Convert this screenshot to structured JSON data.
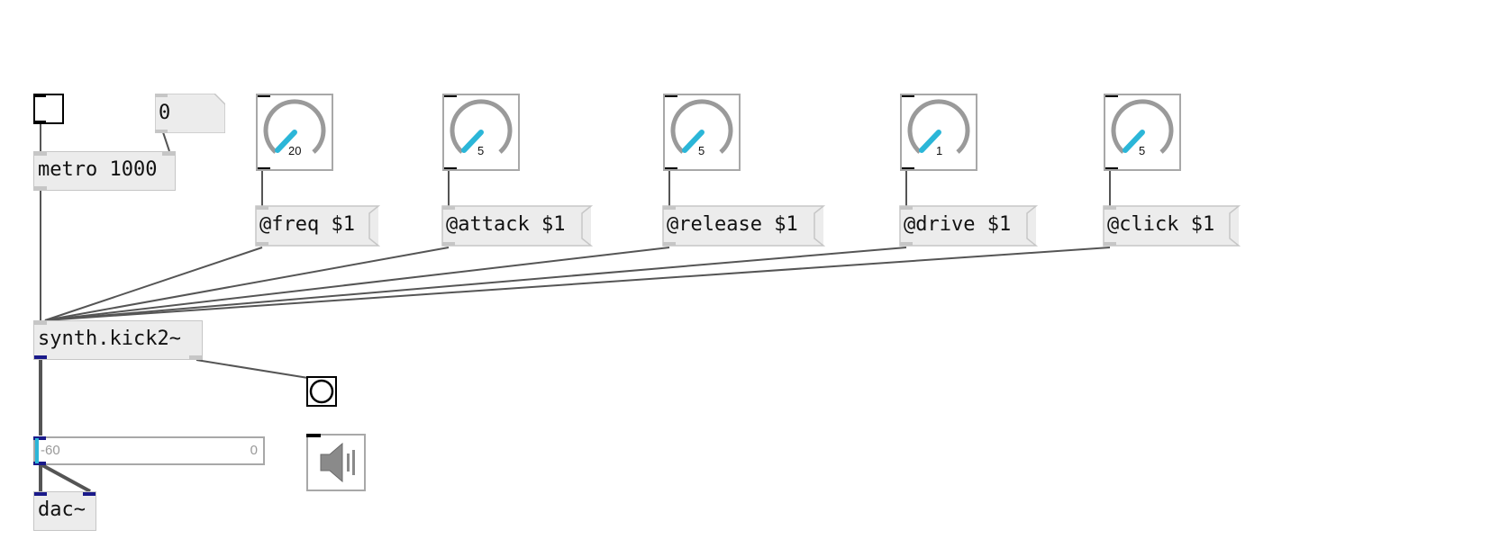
{
  "patch": {
    "number_box": {
      "value": "0"
    },
    "metro": {
      "label": "metro 1000"
    },
    "knobs": [
      {
        "name": "freq",
        "value": "20",
        "fraction": 0.1
      },
      {
        "name": "attack",
        "value": "5",
        "fraction": 0.1
      },
      {
        "name": "release",
        "value": "5",
        "fraction": 0.1
      },
      {
        "name": "drive",
        "value": "1",
        "fraction": 0.1
      },
      {
        "name": "click",
        "value": "5",
        "fraction": 0.1
      }
    ],
    "messages": [
      {
        "label": "@freq $1"
      },
      {
        "label": "@attack $1"
      },
      {
        "label": "@release $1"
      },
      {
        "label": "@drive $1"
      },
      {
        "label": "@click $1"
      }
    ],
    "synth": {
      "label": "synth.kick2~"
    },
    "meter": {
      "min_label": "-60",
      "max_label": "0",
      "level_fraction": 0.0
    },
    "dac": {
      "label": "dac~"
    },
    "icons": [
      "toggle-icon",
      "bang-icon",
      "speaker-icon"
    ],
    "colors": {
      "knob_accent": "#2bb6d8",
      "signal_port": "#1a1a8a",
      "box_fill": "#ececec"
    }
  }
}
